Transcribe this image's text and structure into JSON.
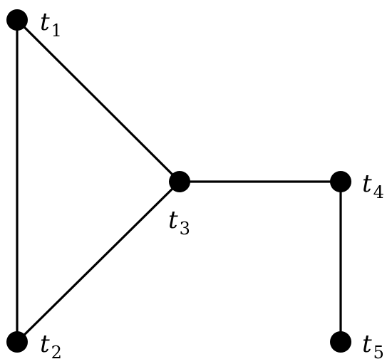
{
  "graph": {
    "nodes": [
      {
        "id": "t1",
        "base": "t",
        "sub": "1"
      },
      {
        "id": "t2",
        "base": "t",
        "sub": "2"
      },
      {
        "id": "t3",
        "base": "t",
        "sub": "3"
      },
      {
        "id": "t4",
        "base": "t",
        "sub": "4"
      },
      {
        "id": "t5",
        "base": "t",
        "sub": "5"
      }
    ],
    "edges": [
      {
        "from": "t1",
        "to": "t2"
      },
      {
        "from": "t1",
        "to": "t3"
      },
      {
        "from": "t2",
        "to": "t3"
      },
      {
        "from": "t3",
        "to": "t4"
      },
      {
        "from": "t4",
        "to": "t5"
      }
    ],
    "colors": {
      "edge": "#000000",
      "node": "#000000",
      "label": "#000000"
    }
  }
}
